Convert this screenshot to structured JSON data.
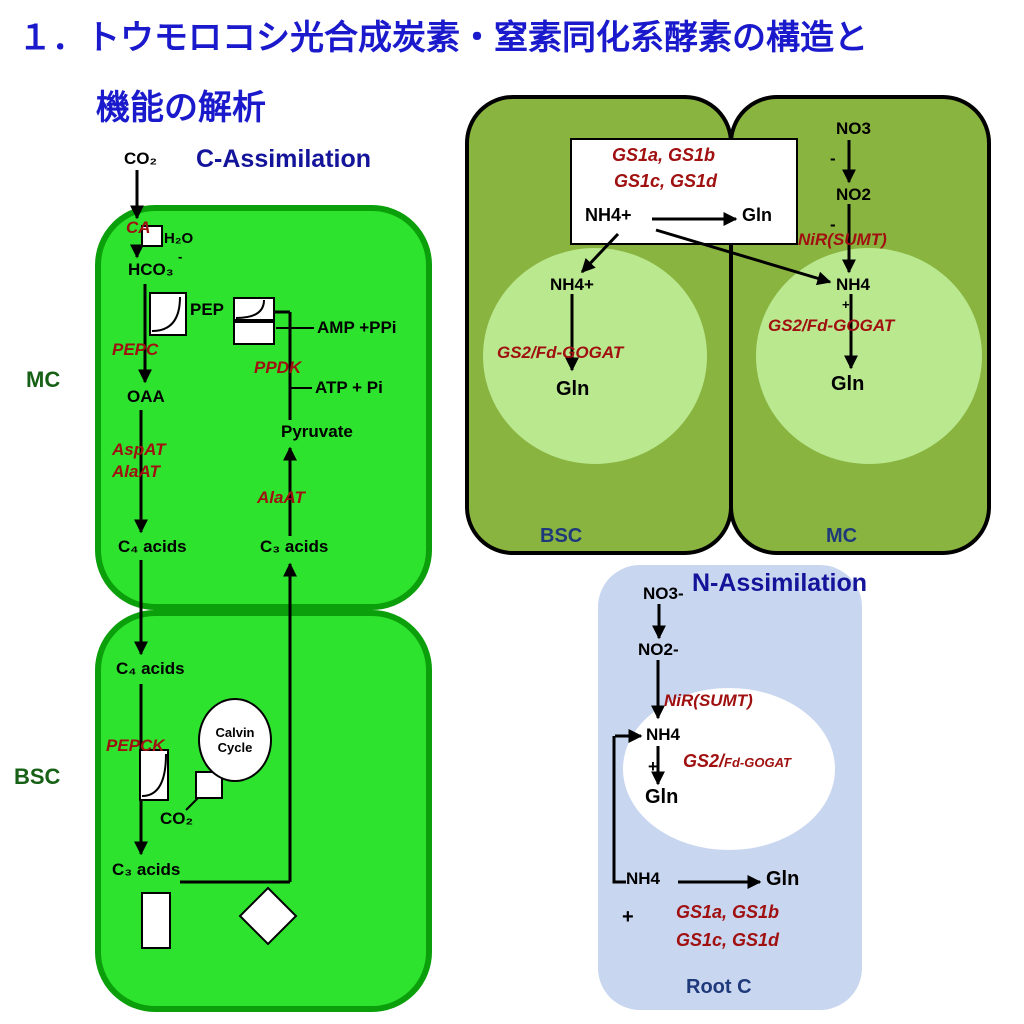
{
  "title": {
    "line1": "１．トウモロコシ光合成炭素・窒素同化系酵素の構造と",
    "line2": "機能の解析"
  },
  "left": {
    "heading": "C-Assimilation",
    "mc_label": "MC",
    "bsc_label": "BSC",
    "co2": "CO₂",
    "ca": "CA",
    "h2o": "H₂O",
    "hco3": "HCO₃",
    "hco3_minus": "-",
    "pep": "PEP",
    "pepc": "PEPC",
    "oaa": "OAA",
    "aspat": "AspAT",
    "alaat": "AlaAT",
    "c4_acids": "C₄ acids",
    "amp_ppi": "AMP +PPi",
    "ppdk": "PPDK",
    "atp_pi": "ATP + Pi",
    "pyruvate": "Pyruvate",
    "alaat2": "AlaAT",
    "c3_acids": "C₃ acids",
    "c4_acids_bsc": "C₄ acids",
    "pepck": "PEPCK",
    "calvin_line1": "Calvin",
    "calvin_line2": "Cycle",
    "co2_bsc": "CO₂",
    "c3_acids_bsc": "C₃ acids"
  },
  "top_right": {
    "bsc_label": "BSC",
    "mc_label": "MC",
    "gs1_line1": "GS1a, GS1b",
    "gs1_line2": "GS1c, GS1d",
    "nh4_box": "NH4+",
    "gln_box": "Gln",
    "no3": "NO3",
    "minus1": "-",
    "no2": "NO2",
    "minus2": "-",
    "nir": "NiR(SUMT)",
    "nh4_mc": "NH4",
    "plus_mc": "+",
    "gs2_mc": "GS2/Fd-GOGAT",
    "gln_mc": "Gln",
    "nh4_bsc": "NH4+",
    "gs2_bsc": "GS2/Fd-GOGAT",
    "gln_bsc": "Gln"
  },
  "bottom_right": {
    "heading": "N-Assimilation",
    "no3": "NO3-",
    "no2": "NO2-",
    "nir": "NiR(SUMT)",
    "nh4": "NH4",
    "gs2": "GS2/",
    "fd_gogat": "Fd-GOGAT",
    "plus1": "+",
    "gln1": "Gln",
    "nh4_2": "NH4",
    "gln2": "Gln",
    "plus2": "+",
    "gs1_line1": "GS1a, GS1b",
    "gs1_line2": "GS1c, GS1d",
    "root_label": "Root C"
  },
  "colors": {
    "title_blue": "#1A1ACC",
    "heading_blue": "#14149B",
    "bright_green": "#2EE32E",
    "green_border": "#0BA00B",
    "olive_green": "#8AB440",
    "light_green": "#B9E88F",
    "lavender": "#C9D6F0",
    "enzyme_red": "#A01010",
    "cell_label_green": "#176117",
    "cell_label_navy": "#1F3A7A"
  }
}
